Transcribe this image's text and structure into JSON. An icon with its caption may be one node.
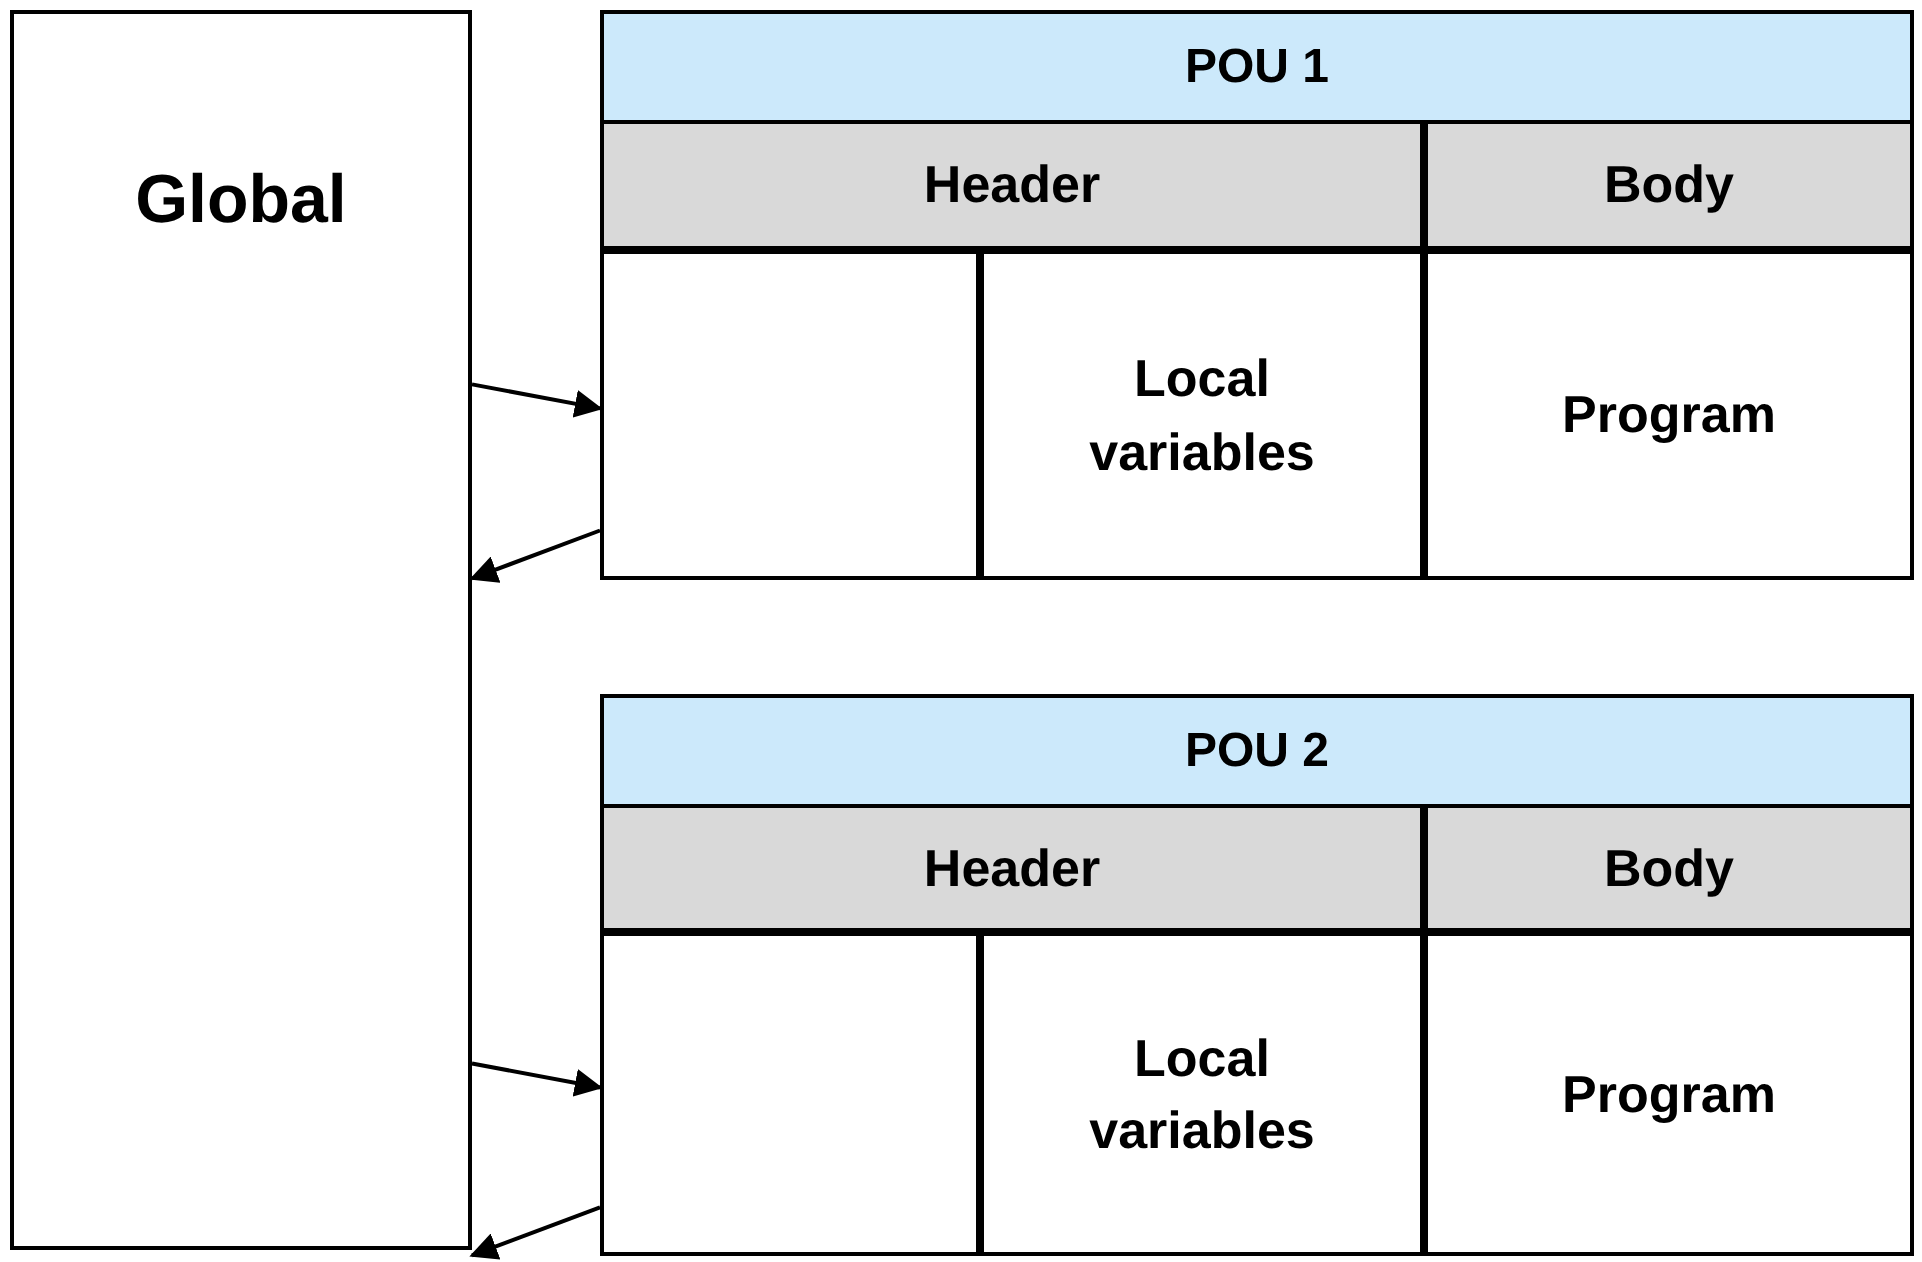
{
  "diagram": {
    "nodes": [
      {
        "text": [
          "Global"
        ]
      },
      {
        "text": [
          "POU 1"
        ]
      },
      {
        "text": [
          "Header"
        ],
        "in": 1
      },
      {
        "text": [
          "Body"
        ],
        "in": 1
      },
      {
        "text": [],
        "shape": "box",
        "in": 1
      },
      {
        "text": [
          "Local variables"
        ],
        "in": 1
      },
      {
        "text": [
          "Program"
        ],
        "in": 1
      },
      {
        "text": [
          "POU 2"
        ]
      },
      {
        "text": [
          "Header"
        ],
        "in": 7
      },
      {
        "text": [
          "Body"
        ],
        "in": 7
      },
      {
        "text": [],
        "shape": "box",
        "in": 7
      },
      {
        "text": [
          "Local variables"
        ],
        "in": 7
      },
      {
        "text": [
          "Program"
        ],
        "in": 7
      }
    ],
    "edges": [
      {
        "from": 0,
        "to": 4,
        "arrow": "to"
      },
      {
        "from": 4,
        "to": 0,
        "arrow": "to"
      },
      {
        "from": 0,
        "to": 10,
        "arrow": "to"
      },
      {
        "from": 10,
        "to": 0,
        "arrow": "to"
      }
    ]
  }
}
